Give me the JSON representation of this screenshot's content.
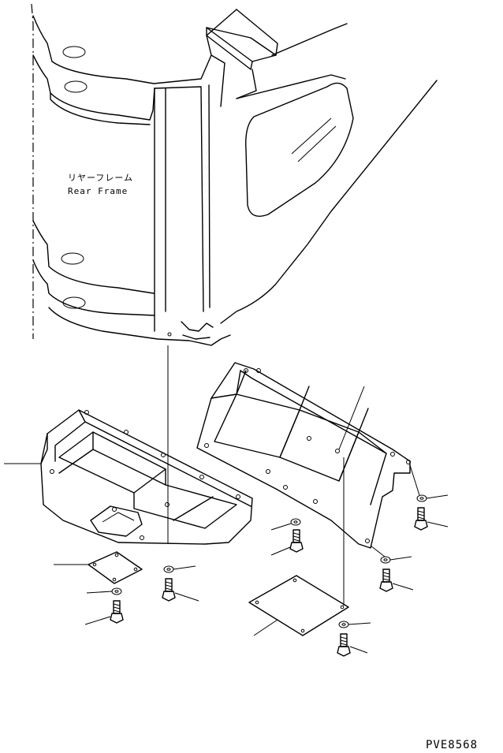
{
  "labels": {
    "rear_frame_jp": "リヤーフレーム",
    "rear_frame_en": "Rear Frame",
    "drawing_code": "PVE8568"
  },
  "colors": {
    "line": "#000000",
    "background": "#ffffff"
  }
}
